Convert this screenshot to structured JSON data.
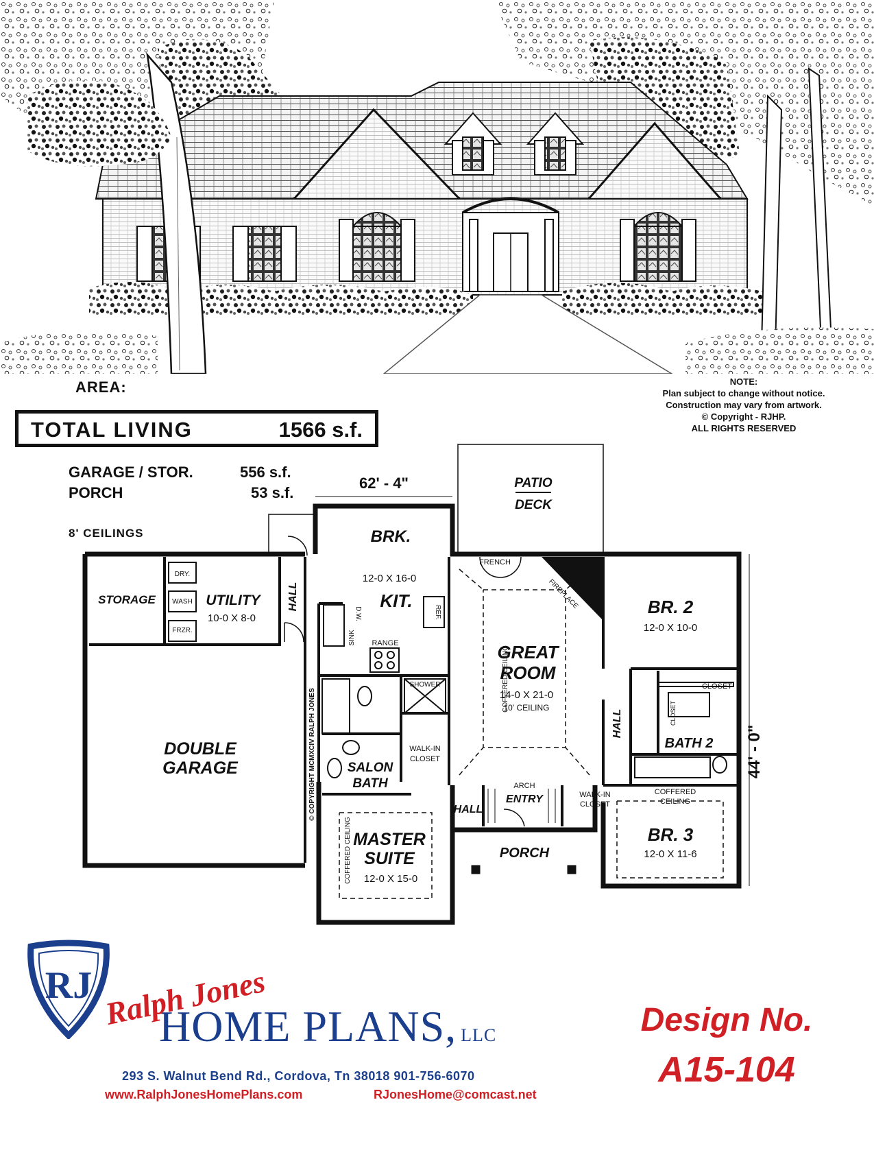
{
  "area_label": "AREA:",
  "note": {
    "title": "NOTE:",
    "lines": [
      "Plan subject to change without notice.",
      "Construction may vary from artwork.",
      "© Copyright - RJHP.",
      "ALL RIGHTS RESERVED"
    ]
  },
  "total_living": {
    "label": "TOTAL LIVING",
    "value": "1566 s.f."
  },
  "stats": [
    {
      "label": "GARAGE / STOR.",
      "value": "556 s.f."
    },
    {
      "label": "PORCH",
      "value": "53 s.f."
    }
  ],
  "ceilings": "8' CEILINGS",
  "plan": {
    "width_dim": "62' - 4\"",
    "depth_dim": "44' - 0\"",
    "copyright_vertical": "© COPYRIGHT MCMXCIV RALPH JONES",
    "rooms": {
      "patio": "PATIO",
      "deck": "DECK",
      "brk": "BRK.",
      "kit_size": "12-0 X 16-0",
      "kit": "KIT.",
      "french": "FRENCH",
      "fireplace": "FIREPLACE",
      "br2": "BR. 2",
      "br2_size": "12-0 X 10-0",
      "storage": "STORAGE",
      "utility": "UTILITY",
      "utility_size": "10-0 X 8-0",
      "dry": "DRY.",
      "wash": "WASH",
      "frzr": "FRZR.",
      "hall": "HALL",
      "sink": "SINK",
      "dw": "D.W.",
      "ref": "REF.",
      "range": "RANGE",
      "great": "GREAT",
      "room": "ROOM",
      "great_size": "14-0 X 21-0",
      "great_ceiling": "10' CEILING",
      "coffered_v": "COFFERED CEILING",
      "shower": "SHOWER",
      "closet": "CLOSET",
      "bath2": "BATH 2",
      "double": "DOUBLE",
      "garage": "GARAGE",
      "walkin": "WALK-IN",
      "salon": "SALON",
      "bath": "BATH",
      "arch": "ARCH",
      "entry": "ENTRY",
      "coffered": "COFFERED",
      "ceiling": "CEILING",
      "br3": "BR. 3",
      "br3_size": "12-0 X 11-6",
      "master": "MASTER",
      "suite": "SUITE",
      "master_size": "12-0 X 15-0",
      "porch": "PORCH"
    }
  },
  "brand": {
    "script": "Ralph Jones",
    "name": "HOME PLANS,",
    "llc": "LLC",
    "monogram": "RJ",
    "address": "293 S. Walnut Bend Rd., Cordova, Tn 38018 901-756-6070",
    "website": "www.RalphJonesHomePlans.com",
    "email": "RJonesHome@comcast.net"
  },
  "design": {
    "label": "Design No.",
    "number": "A15-104"
  },
  "colors": {
    "brand_blue": "#1b3f8c",
    "brand_red": "#d01f25",
    "ink": "#111111"
  }
}
